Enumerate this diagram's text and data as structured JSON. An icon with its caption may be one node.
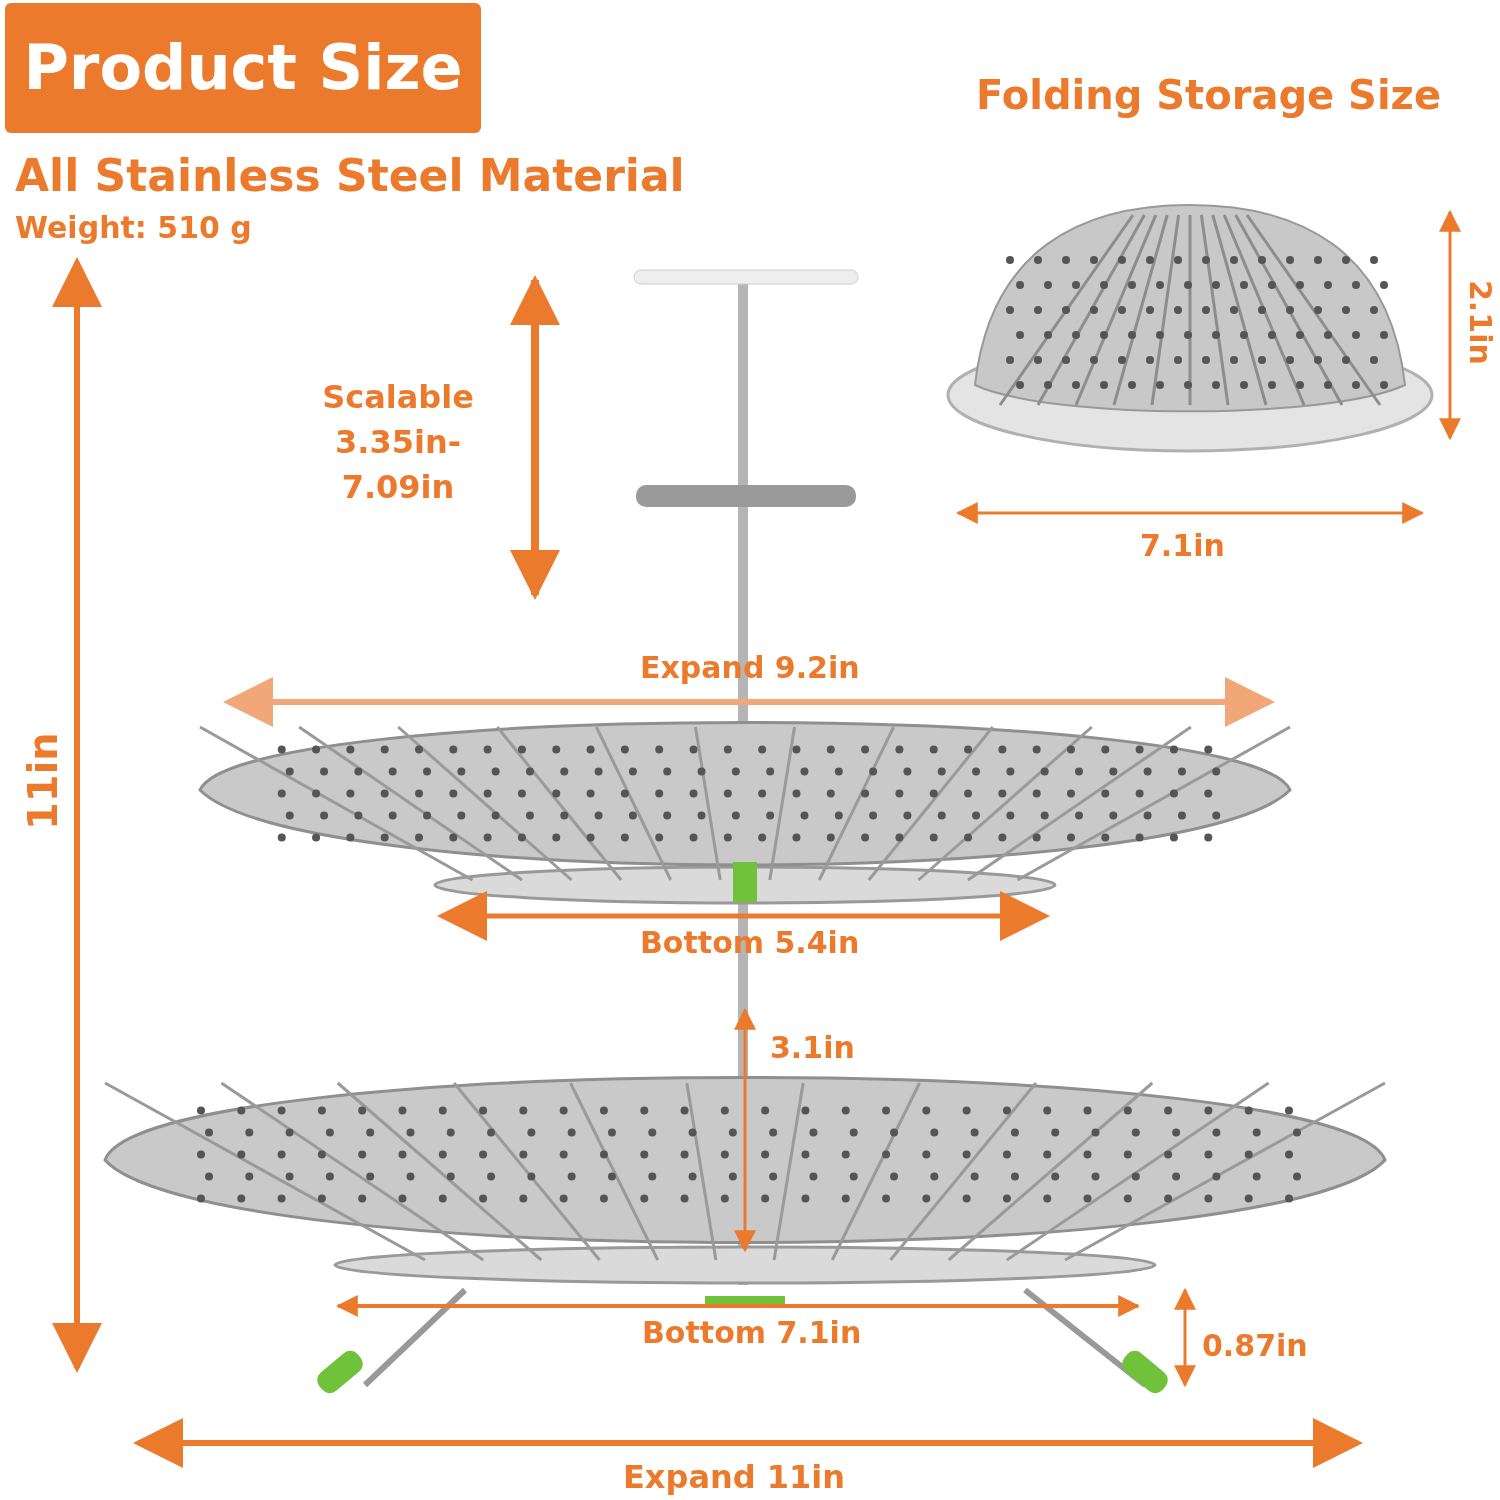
{
  "diagram": {
    "title": "Product Size",
    "labels": [
      "Folding Storage Size",
      "All Stainless Steel Material",
      "Weight: 510 g",
      "Scalable 3.35in-7.09in",
      "2.1in",
      "7.1in",
      "11in",
      "Expand 9.2in",
      "Bottom 5.4in",
      "3.1in",
      "Bottom 7.1in",
      "0.87in",
      "Expand 11in"
    ]
  }
}
